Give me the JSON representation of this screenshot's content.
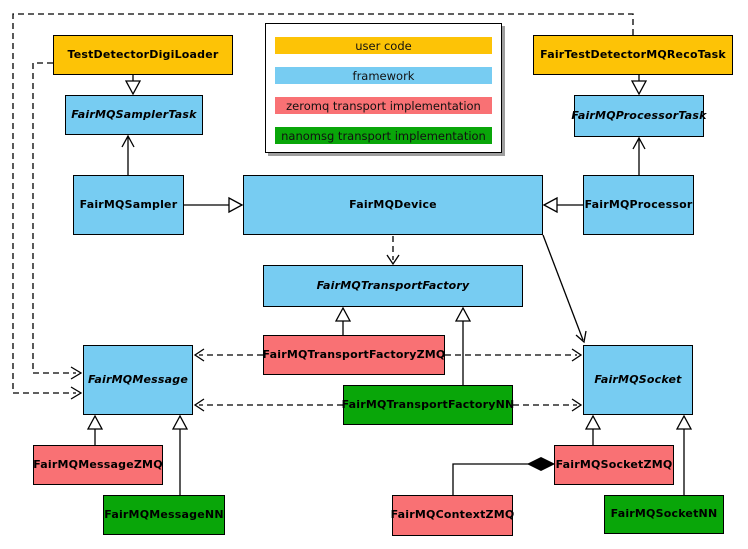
{
  "colors": {
    "user_code": "#FDC306",
    "framework": "#77CCF2",
    "zeromq": "#F97174",
    "nanomsg": "#09A609",
    "border": "#000000",
    "background": "#FFFFFF"
  },
  "legend": {
    "items": [
      {
        "label": "user code",
        "category": "user_code"
      },
      {
        "label": "framework",
        "category": "framework"
      },
      {
        "label": "zeromq transport implementation",
        "category": "zeromq"
      },
      {
        "label": "nanomsg transport implementation",
        "category": "nanomsg"
      }
    ]
  },
  "nodes": {
    "testDetectorDigiLoader": {
      "label": "TestDetectorDigiLoader",
      "category": "user_code",
      "abstract": false
    },
    "fairTestDetectorMQRecoTask": {
      "label": "FairTestDetectorMQRecoTask",
      "category": "user_code",
      "abstract": false
    },
    "fairMQSamplerTask": {
      "label": "FairMQSamplerTask",
      "category": "framework",
      "abstract": true
    },
    "fairMQProcessorTask": {
      "label": "FairMQProcessorTask",
      "category": "framework",
      "abstract": true
    },
    "fairMQSampler": {
      "label": "FairMQSampler",
      "category": "framework",
      "abstract": false
    },
    "fairMQDevice": {
      "label": "FairMQDevice",
      "category": "framework",
      "abstract": false
    },
    "fairMQProcessor": {
      "label": "FairMQProcessor",
      "category": "framework",
      "abstract": false
    },
    "fairMQTransportFactory": {
      "label": "FairMQTransportFactory",
      "category": "framework",
      "abstract": true
    },
    "fairMQTransportFactoryZMQ": {
      "label": "FairMQTransportFactoryZMQ",
      "category": "zeromq",
      "abstract": false
    },
    "fairMQTransportFactoryNN": {
      "label": "FairMQTransportFactoryNN",
      "category": "nanomsg",
      "abstract": false
    },
    "fairMQMessage": {
      "label": "FairMQMessage",
      "category": "framework",
      "abstract": true
    },
    "fairMQSocket": {
      "label": "FairMQSocket",
      "category": "framework",
      "abstract": true
    },
    "fairMQMessageZMQ": {
      "label": "FairMQMessageZMQ",
      "category": "zeromq",
      "abstract": false
    },
    "fairMQMessageNN": {
      "label": "FairMQMessageNN",
      "category": "nanomsg",
      "abstract": false
    },
    "fairMQSocketZMQ": {
      "label": "FairMQSocketZMQ",
      "category": "zeromq",
      "abstract": false
    },
    "fairMQSocketNN": {
      "label": "FairMQSocketNN",
      "category": "nanomsg",
      "abstract": false
    },
    "fairMQContextZMQ": {
      "label": "FairMQContextZMQ",
      "category": "zeromq",
      "abstract": false
    }
  },
  "relations": [
    {
      "from": "TestDetectorDigiLoader",
      "to": "FairMQSamplerTask",
      "type": "inheritance"
    },
    {
      "from": "FairTestDetectorMQRecoTask",
      "to": "FairMQProcessorTask",
      "type": "inheritance"
    },
    {
      "from": "FairMQSampler",
      "to": "FairMQDevice",
      "type": "inheritance"
    },
    {
      "from": "FairMQProcessor",
      "to": "FairMQDevice",
      "type": "inheritance"
    },
    {
      "from": "FairMQSampler",
      "to": "FairMQSamplerTask",
      "type": "association"
    },
    {
      "from": "FairMQProcessor",
      "to": "FairMQProcessorTask",
      "type": "association"
    },
    {
      "from": "FairMQDevice",
      "to": "FairMQTransportFactory",
      "type": "dependency"
    },
    {
      "from": "FairMQDevice",
      "to": "FairMQSocket",
      "type": "association"
    },
    {
      "from": "FairMQTransportFactoryZMQ",
      "to": "FairMQTransportFactory",
      "type": "inheritance"
    },
    {
      "from": "FairMQTransportFactoryNN",
      "to": "FairMQTransportFactory",
      "type": "inheritance"
    },
    {
      "from": "FairMQTransportFactoryZMQ",
      "to": "FairMQMessage",
      "type": "dependency"
    },
    {
      "from": "FairMQTransportFactoryZMQ",
      "to": "FairMQSocket",
      "type": "dependency"
    },
    {
      "from": "FairMQTransportFactoryNN",
      "to": "FairMQMessage",
      "type": "dependency"
    },
    {
      "from": "FairMQTransportFactoryNN",
      "to": "FairMQSocket",
      "type": "dependency"
    },
    {
      "from": "TestDetectorDigiLoader",
      "to": "FairMQMessage",
      "type": "dependency"
    },
    {
      "from": "FairTestDetectorMQRecoTask",
      "to": "FairMQMessage",
      "type": "dependency"
    },
    {
      "from": "FairMQMessageZMQ",
      "to": "FairMQMessage",
      "type": "inheritance"
    },
    {
      "from": "FairMQMessageNN",
      "to": "FairMQMessage",
      "type": "inheritance"
    },
    {
      "from": "FairMQSocketZMQ",
      "to": "FairMQSocket",
      "type": "inheritance"
    },
    {
      "from": "FairMQSocketNN",
      "to": "FairMQSocket",
      "type": "inheritance"
    },
    {
      "from": "FairMQContextZMQ",
      "to": "FairMQSocketZMQ",
      "type": "composition"
    }
  ]
}
